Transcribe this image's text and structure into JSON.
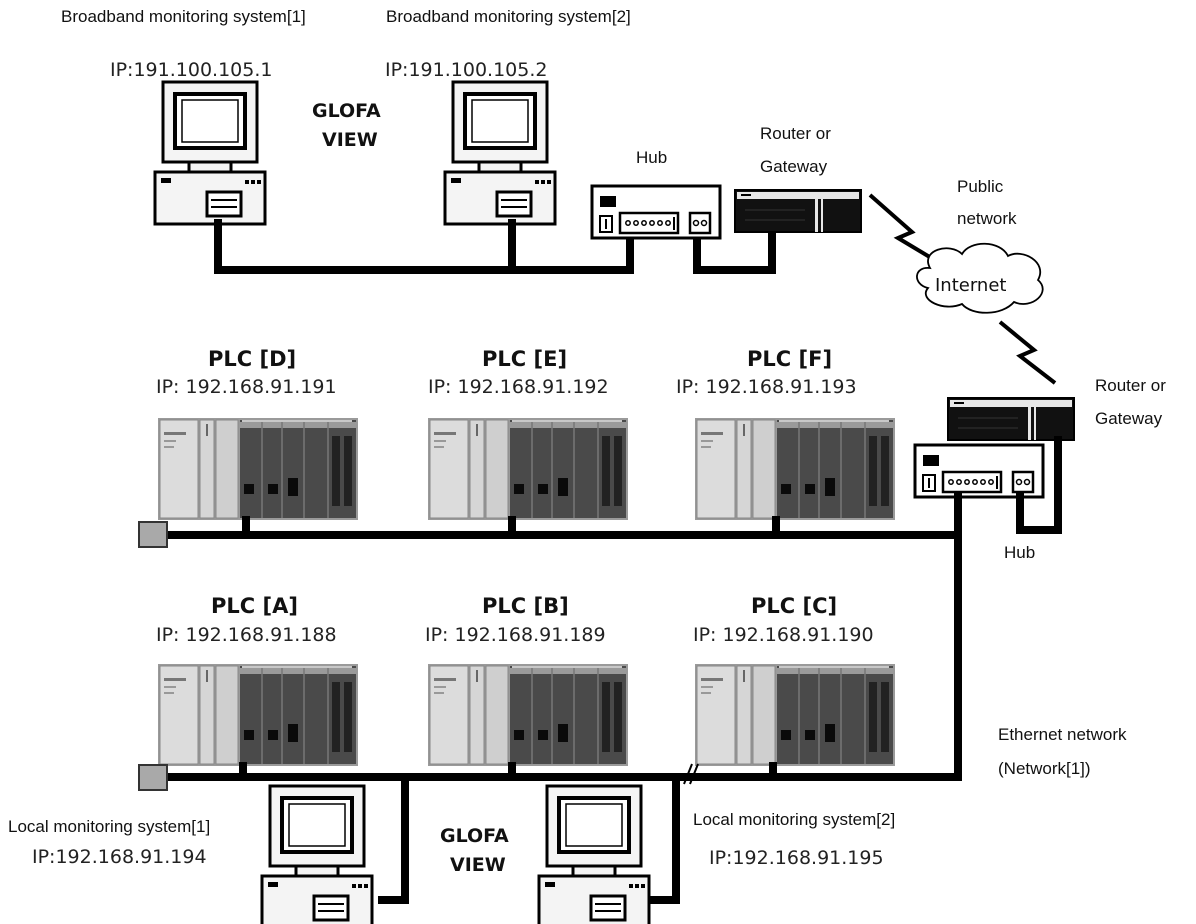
{
  "broadband": {
    "system1_label": "Broadband monitoring system[1]",
    "system2_label": "Broadband monitoring system[2]",
    "ip1": "IP:191.100.105.1",
    "ip2": "IP:191.100.105.2",
    "glofa_line1": "GLOFA",
    "glofa_line2": "VIEW"
  },
  "top_hub_label": "Hub",
  "top_router_label_line1": "Router or",
  "top_router_label_line2": "Gateway",
  "public_network_line1": "Public",
  "public_network_line2": "network",
  "internet_label": "Internet",
  "right_router_label_line1": "Router or",
  "right_router_label_line2": "Gateway",
  "right_hub_label": "Hub",
  "plcs_row1": [
    {
      "name": "PLC [D]",
      "ip": "IP: 192.168.91.191"
    },
    {
      "name": "PLC [E]",
      "ip": "IP: 192.168.91.192"
    },
    {
      "name": "PLC [F]",
      "ip": "IP: 192.168.91.193"
    }
  ],
  "plcs_row2": [
    {
      "name": "PLC [A]",
      "ip": "IP: 192.168.91.188"
    },
    {
      "name": "PLC [B]",
      "ip": "IP: 192.168.91.189"
    },
    {
      "name": "PLC [C]",
      "ip": "IP: 192.168.91.190"
    }
  ],
  "ethernet_label_line1": "Ethernet network",
  "ethernet_label_line2": "(Network[1])",
  "local": {
    "system1_label": "Local monitoring system[1]",
    "system2_label": "Local monitoring system[2]",
    "ip1": "IP:192.168.91.194",
    "ip2": "IP:192.168.91.195",
    "glofa_line1": "GLOFA",
    "glofa_line2": "VIEW"
  }
}
